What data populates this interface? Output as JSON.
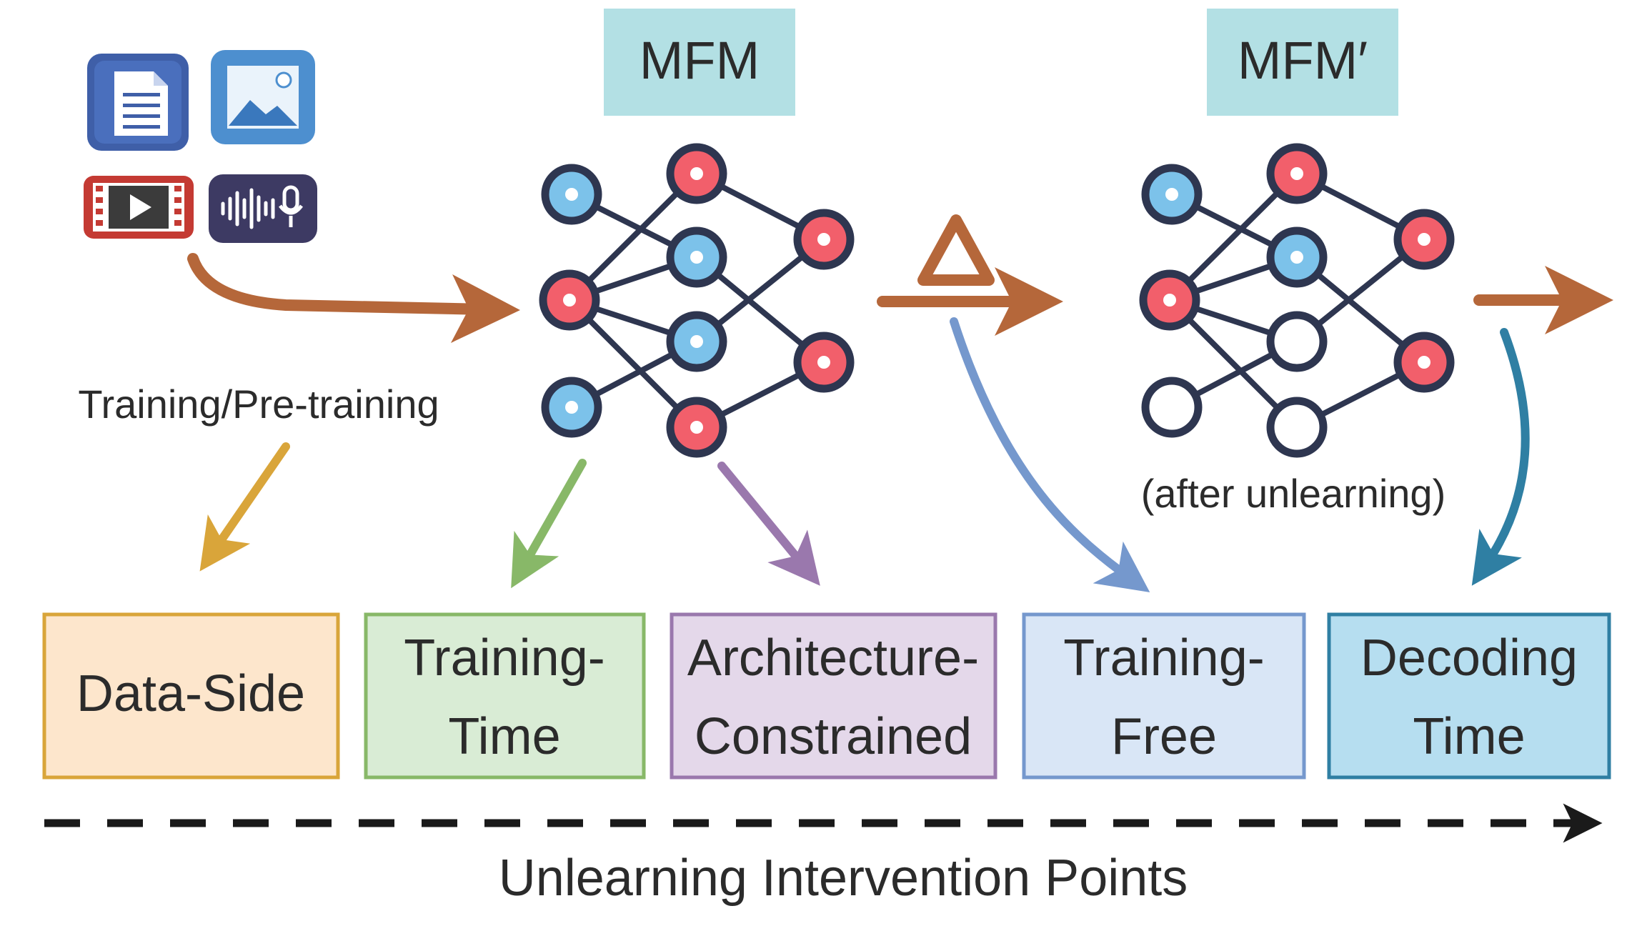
{
  "models": {
    "original": {
      "label": "MFM"
    },
    "unlearned": {
      "label": "MFM′",
      "caption": "(after unlearning)"
    }
  },
  "labels": {
    "training": "Training/Pre-training",
    "delta": "Δ"
  },
  "modalities": [
    "document-icon",
    "image-icon",
    "video-icon",
    "audio-icon"
  ],
  "categories": [
    {
      "line1": "Data-Side",
      "line2": ""
    },
    {
      "line1": "Training-",
      "line2": "Time"
    },
    {
      "line1": "Architecture-",
      "line2": "Constrained"
    },
    {
      "line1": "Training-",
      "line2": "Free"
    },
    {
      "line1": "Decoding",
      "line2": "Time"
    }
  ],
  "timeline": {
    "label": "Unlearning Intervention Points"
  },
  "colors": {
    "box_fill": "#b3e0e4",
    "flow_arrow": "#b5673a",
    "data_side": "#d9a53a",
    "training_time": "#88b868",
    "architecture": "#9a78ad",
    "training_free": "#7598cd",
    "decoding_time": "#2f7fa3",
    "node_red": "#f25f6b",
    "node_blue": "#7cc2ea",
    "edge": "#2e3650"
  }
}
